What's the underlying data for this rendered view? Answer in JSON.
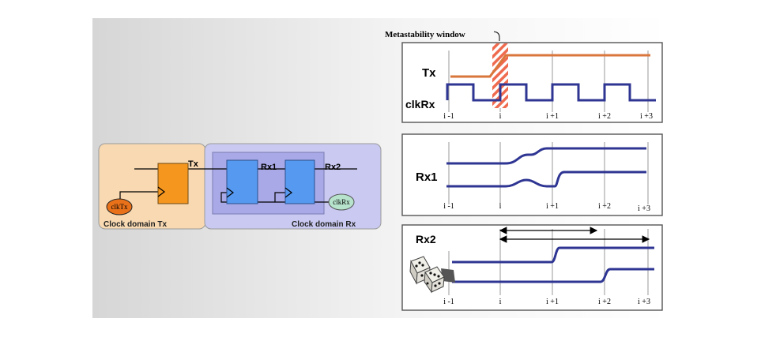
{
  "block_diagram": {
    "domain_tx_label": "Clock domain Tx",
    "domain_rx_label": "Clock domain Rx",
    "signal_tx": "Tx",
    "signal_rx1": "Rx1",
    "signal_rx2": "Rx2",
    "clock_tx": "clkTx",
    "clock_rx": "clkRx"
  },
  "timing_panel_1": {
    "annotation": "Metastability window",
    "signal_tx": "Tx",
    "signal_clk": "clkRx",
    "ticks": [
      "i -1",
      "i",
      "i +1",
      "i +2",
      "i +3"
    ]
  },
  "timing_panel_2": {
    "signal": "Rx1",
    "ticks": [
      "i -1",
      "i",
      "i +1",
      "i +2",
      "i +3"
    ]
  },
  "timing_panel_3": {
    "signal": "Rx2",
    "ticks": [
      "i -1",
      "i",
      "i +1",
      "i +2",
      "i +3"
    ]
  },
  "colors": {
    "tx_wave": "#d9763b",
    "rx_wave": "#2e3592",
    "flipflop_tx": "#f5961f",
    "flipflop_rx": "#5599f0",
    "domain_tx_bg": "#f8d9b2",
    "domain_rx_bg": "#c9c9f2"
  }
}
